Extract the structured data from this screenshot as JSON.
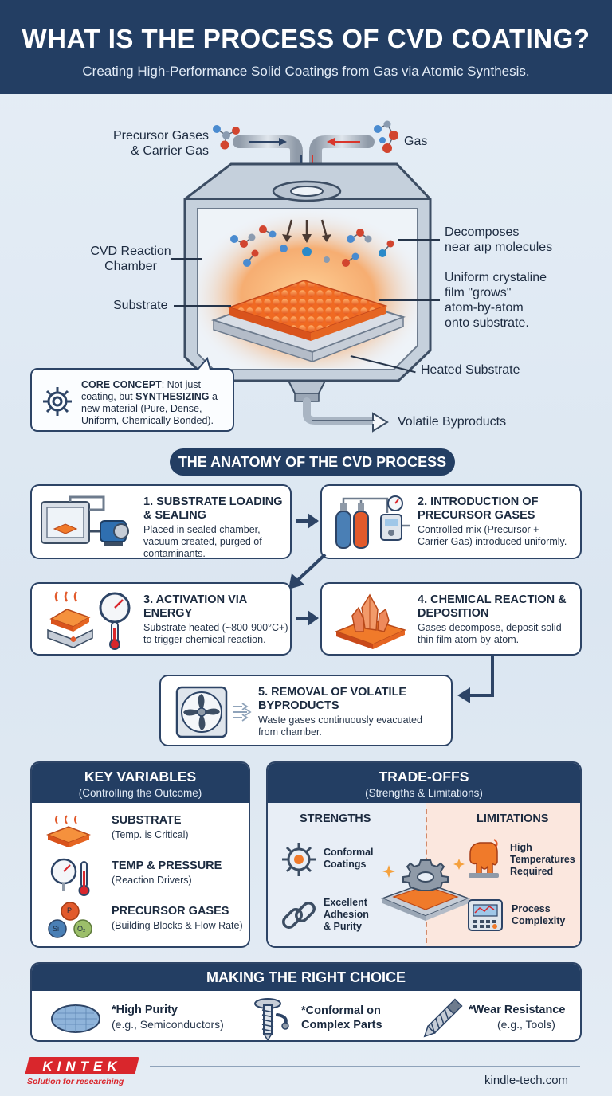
{
  "header": {
    "title": "WHAT IS THE PROCESS OF CVD COATING?",
    "subtitle": "Creating High-Performance Solid Coatings from Gas via Atomic Synthesis."
  },
  "diagram": {
    "label_precursor": "Precursor Gases\n& Carrier Gas",
    "label_gas": "Gas",
    "label_chamber": "CVD Reaction\nChamber",
    "label_substrate": "Substrate",
    "label_decomposes": "Decomposes\nnear aıp molecules",
    "label_film": "Uniform crystaline\nfilm \"grows\"\natom-by-atom\nonto substrate.",
    "label_heated": "Heated Substrate",
    "label_byproducts": "Volatile Byproducts",
    "core_label": "CORE CONCEPT",
    "core_text_1": ": Not just coating, but ",
    "core_emph": "SYNTHESIZING",
    "core_text_2": " a new material (Pure, Dense, Uniform, Chemically Bonded)."
  },
  "anatomy": {
    "heading": "THE ANATOMY OF THE CVD PROCESS",
    "steps": [
      {
        "title": "1. SUBSTRATE LOADING\n& SEALING",
        "desc": "Placed in sealed chamber,\nvacuum created, purged of\ncontaminants."
      },
      {
        "title": "2. INTRODUCTION OF\nPRECURSOR GASES",
        "desc": "Controlled mix (Precursor +\nCarrier Gas) introduced uniformly."
      },
      {
        "title": "3. ACTIVATION VIA\nENERGY",
        "desc": "Substrate heated (~800-900°C+)\nto trigger chemical reaction."
      },
      {
        "title": "4. CHEMICAL REACTION &\nDEPOSITION",
        "desc": "Gases decompose, deposit solid\nthin film atom-by-atom."
      },
      {
        "title": "5. REMOVAL OF VOLATILE\nBYPRODUCTS",
        "desc": "Waste gases continuously evacuated\nfrom chamber."
      }
    ]
  },
  "key_variables": {
    "title": "KEY VARIABLES",
    "subtitle": "(Controlling the Outcome)",
    "items": [
      {
        "title": "SUBSTRATE",
        "sub": "(Temp. is Critical)"
      },
      {
        "title": "TEMP & PRESSURE",
        "sub": "(Reaction Drivers)"
      },
      {
        "title": "PRECURSOR GASES",
        "sub": "(Building Blocks & Flow Rate)"
      }
    ],
    "molecule_labels": [
      "P",
      "Si",
      "O₂"
    ]
  },
  "tradeoffs": {
    "title": "TRADE-OFFS",
    "subtitle": "(Strengths & Limitations)",
    "strengths_heading": "STRENGTHS",
    "limitations_heading": "LIMITATIONS",
    "strengths": [
      "Conformal\nCoatings",
      "Excellent\nAdhesion\n& Purity"
    ],
    "limitations": [
      "High\nTemperatures\nRequired",
      "Process\nComplexity"
    ]
  },
  "choice": {
    "title": "MAKING THE RIGHT CHOICE",
    "items": [
      {
        "title": "*High Purity",
        "sub": "(e.g., Semiconductors)"
      },
      {
        "title": "*Conformal on\nComplex Parts",
        "sub": ""
      },
      {
        "title": "*Wear Resistance",
        "sub": "(e.g., Tools)"
      }
    ]
  },
  "footer": {
    "brand": "KINTEK",
    "tagline": "Solution for researching",
    "url": "kindle-tech.com"
  },
  "colors": {
    "navy": "#233e63",
    "orange": "#f07a2a",
    "accent_red": "#d9262c",
    "background": "#dfe8f2"
  }
}
